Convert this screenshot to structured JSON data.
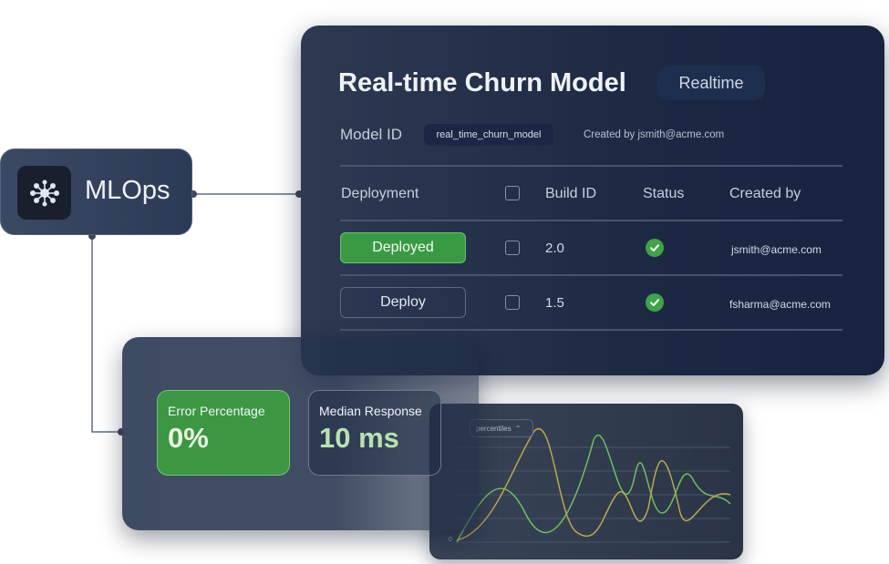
{
  "model": {
    "title": "Real-time Churn Model",
    "mode_badge": "Realtime",
    "id_label": "Model ID",
    "id_value": "real_time_churn_model",
    "created_note": "Created by jsmith@acme.com"
  },
  "table": {
    "headers": {
      "deployment": "Deployment",
      "build_id": "Build ID",
      "status": "Status",
      "created_by": "Created by"
    },
    "rows": [
      {
        "action": "Deployed",
        "build_id": "2.0",
        "status": "success",
        "created_by": "jsmith@acme.com"
      },
      {
        "action": "Deploy",
        "build_id": "1.5",
        "status": "success",
        "created_by": "fsharma@acme.com"
      }
    ]
  },
  "node": {
    "label": "MLOps",
    "icon": "brain-circuit-icon"
  },
  "metrics": {
    "error": {
      "label": "Error Percentage",
      "value": "0%"
    },
    "median": {
      "label": "Median Response",
      "value": "10 ms"
    }
  },
  "chart": {
    "selector_label": "percentiles",
    "zero_label": "0"
  },
  "colors": {
    "accent_green": "#3a9a44",
    "check_green": "#3ea349",
    "card_dark": "#1e2a44",
    "line_green": "#6fbf5c",
    "line_yellow": "#b9a94a"
  }
}
